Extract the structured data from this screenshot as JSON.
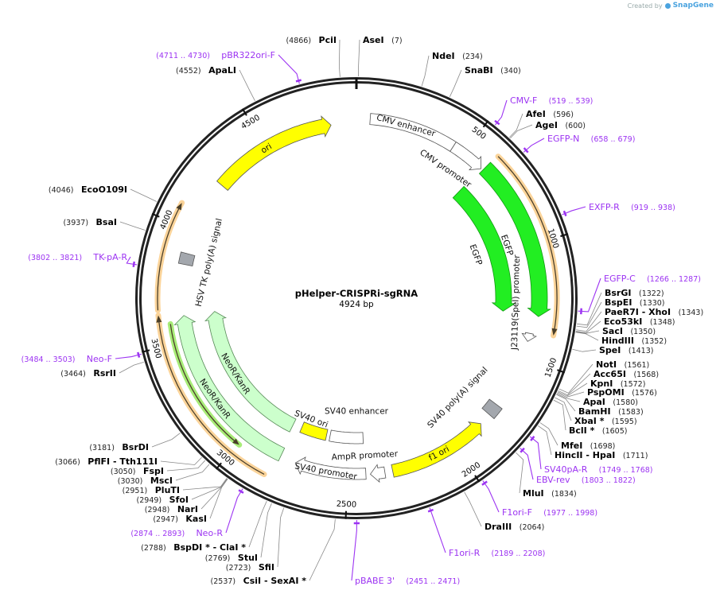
{
  "credit": {
    "prefix": "Created by",
    "brand": "SnapGene"
  },
  "plasmid": {
    "name": "pHelper-CRISPRi-sgRNA",
    "length_label": "4924 bp",
    "length": 4924
  },
  "ticks": [
    500,
    1000,
    1500,
    2000,
    2500,
    3000,
    3500,
    4000,
    4500
  ],
  "features": [
    {
      "name": "CMV enhancer",
      "start": 60,
      "end": 445,
      "direction": "none",
      "color": "#ffffff"
    },
    {
      "name": "CMV promoter",
      "start": 445,
      "end": 600,
      "direction": "forward",
      "color": "#ffffff"
    },
    {
      "name": "EGFP",
      "start": 610,
      "end": 1310,
      "direction": "forward",
      "color": "#22ee22"
    },
    {
      "name": "EGFP",
      "start": 600,
      "end": 1300,
      "direction": "forward",
      "color": "#22ee22"
    },
    {
      "name": "J23119(SpeI) promoter",
      "start": 1388,
      "end": 1425,
      "direction": "forward",
      "color": "#ffffff"
    },
    {
      "name": "SV40 poly(A) signal",
      "start": 1740,
      "end": 1795,
      "direction": "none",
      "color": "#a3a7ad"
    },
    {
      "name": "f1 ori",
      "start": 1850,
      "end": 2300,
      "direction": "reverse",
      "color": "#ffff00"
    },
    {
      "name": "AmpR promoter",
      "start": 2335,
      "end": 2400,
      "direction": "forward",
      "color": "#ffffff"
    },
    {
      "name": "SV40 promoter",
      "start": 2420,
      "end": 2740,
      "direction": "forward",
      "color": "#ffffff"
    },
    {
      "name": "SV40 enhancer",
      "start": 2425,
      "end": 2610,
      "direction": "none",
      "color": "#ffffff"
    },
    {
      "name": "SV40 ori",
      "start": 2630,
      "end": 2775,
      "direction": "none",
      "color": "#ffff00"
    },
    {
      "name": "NeoR/KanR",
      "start": 2812,
      "end": 3615,
      "direction": "forward",
      "color": "#ccffcc"
    },
    {
      "name": "NeoR/KanR",
      "start": 2825,
      "end": 3620,
      "direction": "forward",
      "color": "#ccffcc"
    },
    {
      "name": "HSV TK poly(A) signal",
      "start": 3845,
      "end": 3895,
      "direction": "none",
      "color": "#a3a7ad"
    },
    {
      "name": "ori",
      "start": 4240,
      "end": 4810,
      "direction": "forward",
      "color": "#ffff00"
    }
  ],
  "orfs": [
    {
      "start": 615,
      "end": 1378,
      "direction": "forward",
      "color": "#fbd49a"
    },
    {
      "start": 2840,
      "end": 3625,
      "direction": "forward",
      "color": "#fbd49a"
    },
    {
      "start": 3645,
      "end": 4085,
      "direction": "forward",
      "color": "#fbd49a"
    },
    {
      "start": 2990,
      "end": 3585,
      "direction": "reverse",
      "color": "#a8ec78"
    }
  ],
  "sites": [
    {
      "name": "PciI",
      "pos": "(4866)",
      "bp": 4866
    },
    {
      "name": "AseI",
      "pos": "(7)",
      "bp": 7
    },
    {
      "name": "NdeI",
      "pos": "(234)",
      "bp": 234
    },
    {
      "name": "SnaBI",
      "pos": "(340)",
      "bp": 340
    },
    {
      "name": "ApaLI",
      "pos": "(4552)",
      "bp": 4552
    },
    {
      "name": "AfeI",
      "pos": "(596)",
      "bp": 596
    },
    {
      "name": "AgeI",
      "pos": "(600)",
      "bp": 600
    },
    {
      "name": "BsrGI",
      "pos": "(1322)",
      "bp": 1322
    },
    {
      "name": "BspEI",
      "pos": "(1330)",
      "bp": 1330
    },
    {
      "name": "PaeR7I  - XhoI",
      "pos": "(1343)",
      "bp": 1343
    },
    {
      "name": "Eco53kI",
      "pos": "(1348)",
      "bp": 1348
    },
    {
      "name": "SacI",
      "pos": "(1350)",
      "bp": 1350
    },
    {
      "name": "HindIII",
      "pos": "(1352)",
      "bp": 1352
    },
    {
      "name": "SpeI",
      "pos": "(1413)",
      "bp": 1413
    },
    {
      "name": "NotI",
      "pos": "(1561)",
      "bp": 1561
    },
    {
      "name": "Acc65I",
      "pos": "(1568)",
      "bp": 1568
    },
    {
      "name": "KpnI",
      "pos": "(1572)",
      "bp": 1572
    },
    {
      "name": "PspOMI",
      "pos": "(1576)",
      "bp": 1576
    },
    {
      "name": "ApaI",
      "pos": "(1580)",
      "bp": 1580
    },
    {
      "name": "BamHI",
      "pos": "(1583)",
      "bp": 1583
    },
    {
      "name": "XbaI *",
      "pos": "(1595)",
      "bp": 1595
    },
    {
      "name": "BclI *",
      "pos": "(1605)",
      "bp": 1605
    },
    {
      "name": "MfeI",
      "pos": "(1698)",
      "bp": 1698
    },
    {
      "name": "HincII  - HpaI",
      "pos": "(1711)",
      "bp": 1711
    },
    {
      "name": "MluI",
      "pos": "(1834)",
      "bp": 1834
    },
    {
      "name": "DraIII",
      "pos": "(2064)",
      "bp": 2064
    },
    {
      "name": "CsiI  - SexAI *",
      "pos": "(2537)",
      "bp": 2537
    },
    {
      "name": "SfiI",
      "pos": "(2723)",
      "bp": 2723
    },
    {
      "name": "StuI",
      "pos": "(2769)",
      "bp": 2769
    },
    {
      "name": "BspDI * - ClaI *",
      "pos": "(2788)",
      "bp": 2788
    },
    {
      "name": "KasI",
      "pos": "(2947)",
      "bp": 2947
    },
    {
      "name": "NarI",
      "pos": "(2948)",
      "bp": 2948
    },
    {
      "name": "SfoI",
      "pos": "(2949)",
      "bp": 2949
    },
    {
      "name": "PluTI",
      "pos": "(2951)",
      "bp": 2951
    },
    {
      "name": "MscI",
      "pos": "(3030)",
      "bp": 3030
    },
    {
      "name": "FspI",
      "pos": "(3050)",
      "bp": 3050
    },
    {
      "name": "PflFI  - Tth111I",
      "pos": "(3066)",
      "bp": 3066
    },
    {
      "name": "BsrDI",
      "pos": "(3181)",
      "bp": 3181
    },
    {
      "name": "RsrII",
      "pos": "(3464)",
      "bp": 3464
    },
    {
      "name": "BsaI",
      "pos": "(3937)",
      "bp": 3937
    },
    {
      "name": "EcoO109I",
      "pos": "(4046)",
      "bp": 4046
    }
  ],
  "primers": [
    {
      "name": "pBR322ori-F",
      "range": "(4711 .. 4730)",
      "start": 4711,
      "end": 4730
    },
    {
      "name": "CMV-F",
      "range": "(519 .. 539)",
      "start": 519,
      "end": 539
    },
    {
      "name": "EGFP-N",
      "range": "(658 .. 679)",
      "start": 658,
      "end": 679
    },
    {
      "name": "EXFP-R",
      "range": "(919 .. 938)",
      "start": 919,
      "end": 938
    },
    {
      "name": "EGFP-C",
      "range": "(1266 .. 1287)",
      "start": 1266,
      "end": 1287
    },
    {
      "name": "SV40pA-R",
      "range": "(1749 .. 1768)",
      "start": 1749,
      "end": 1768
    },
    {
      "name": "EBV-rev",
      "range": "(1803 .. 1822)",
      "start": 1803,
      "end": 1822
    },
    {
      "name": "F1ori-F",
      "range": "(1977 .. 1998)",
      "start": 1977,
      "end": 1998
    },
    {
      "name": "F1ori-R",
      "range": "(2189 .. 2208)",
      "start": 2189,
      "end": 2208
    },
    {
      "name": "pBABE 3'",
      "range": "(2451 .. 2471)",
      "start": 2451,
      "end": 2471
    },
    {
      "name": "Neo-R",
      "range": "(2874 .. 2893)",
      "start": 2874,
      "end": 2893
    },
    {
      "name": "Neo-F",
      "range": "(3484 .. 3503)",
      "start": 3484,
      "end": 3503
    },
    {
      "name": "TK-pA-R",
      "range": "(3802 .. 3821)",
      "start": 3802,
      "end": 3821
    }
  ]
}
